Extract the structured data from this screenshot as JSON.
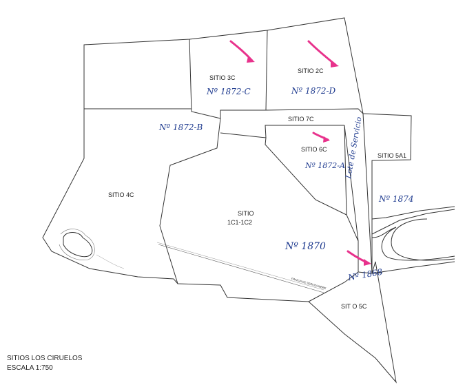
{
  "parcels": {
    "sitio_3c": "SITIO 3C",
    "sitio_2c": "SITIO 2C",
    "sitio_7c": "SITIO 7C",
    "sitio_6c": "SITIO 6C",
    "sitio_5a1": "SITIO 5A1",
    "sitio_4c": "SITIO 4C",
    "sitio_1c_line1": "SITIO",
    "sitio_1c_line2": "1C1-1C2",
    "sitio_5c": "SIT O 5C"
  },
  "handwritten": {
    "n_3c": "Nº 1872-C",
    "n_2c": "Nº 1872-D",
    "n_4c": "Nº 1872-B",
    "n_6c": "Nº 1872-A",
    "n_5a1": "Nº 1874",
    "n_1c": "Nº 1870",
    "n_5c": "Nº 1868",
    "lote_servicio": "Lote de Servicio"
  },
  "franja_label": "FRANJA DE SERVIDUMBRE",
  "caption": {
    "line1": "SITIOS LOS CIRUELOS",
    "line2": "ESCALA 1:750"
  },
  "colors": {
    "boundary": "#333333",
    "handwriting": "#1f3b8f",
    "arrow": "#e8328c"
  }
}
